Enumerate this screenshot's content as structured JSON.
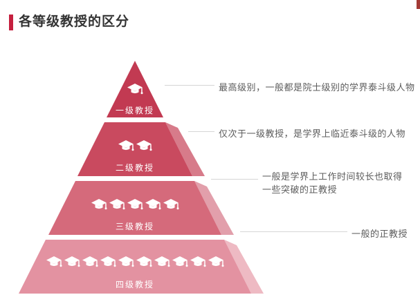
{
  "title": {
    "text": "各等级教授的区分",
    "accent_color": "#c5203f",
    "text_color": "#333333"
  },
  "pyramid": {
    "tiers": [
      {
        "label": "一级教授",
        "caps": 1,
        "front_color": "#c23a52"
      },
      {
        "label": "二级教授",
        "caps": 2,
        "front_color": "#c94a5f",
        "side_color": "#d77b8a"
      },
      {
        "label": "三级教授",
        "caps": 5,
        "front_color": "#d56a7b",
        "side_color": "#e29fab"
      },
      {
        "label": "四级教授",
        "caps": 10,
        "front_color": "#e392a1",
        "side_color": "#eebac3"
      }
    ]
  },
  "annotations": [
    {
      "text": "最高级别，一般都是院士级别的学界泰斗级人物"
    },
    {
      "text": "仅次于一级教授，是学界上临近泰斗级的人物"
    },
    {
      "text": "一般是学界上工作时间较长也取得一些突破的正教授"
    },
    {
      "text": "一般的正教授"
    }
  ],
  "colors": {
    "connector_line": "#d5d5d5",
    "annotation_text": "#5c5c5c"
  }
}
